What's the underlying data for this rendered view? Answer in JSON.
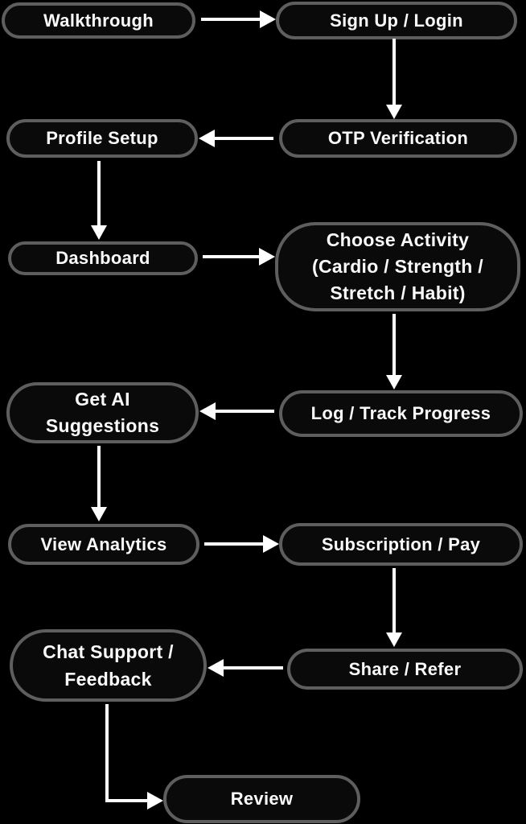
{
  "diagram": {
    "title": "App user flow diagram",
    "background_color": "#000000",
    "node_border_color": "#5e5e5e",
    "node_text_color": "#fafafa",
    "arrow_color": "#ffffff",
    "nodes": {
      "walkthrough": {
        "label": "Walkthrough"
      },
      "signup": {
        "label": "Sign Up / Login"
      },
      "profile_setup": {
        "label": "Profile Setup"
      },
      "otp": {
        "label": "OTP Verification"
      },
      "dashboard": {
        "label": "Dashboard"
      },
      "choose_activity": {
        "label": "Choose Activity (Cardio / Strength / Stretch / Habit)",
        "lines": [
          "Choose Activity",
          "(Cardio / Strength /",
          "Stretch / Habit)"
        ]
      },
      "get_ai": {
        "label": "Get AI Suggestions",
        "lines": [
          "Get AI",
          "Suggestions"
        ]
      },
      "log_track": {
        "label": "Log / Track Progress"
      },
      "view_analytics": {
        "label": "View Analytics"
      },
      "subscription": {
        "label": "Subscription / Pay"
      },
      "chat_support": {
        "label": "Chat Support / Feedback",
        "lines": [
          "Chat Support /",
          "Feedback"
        ]
      },
      "share_refer": {
        "label": "Share / Refer"
      },
      "review": {
        "label": "Review"
      }
    },
    "edges": [
      {
        "from": "Walkthrough",
        "to": "Sign Up / Login",
        "direction": "right"
      },
      {
        "from": "Sign Up / Login",
        "to": "OTP Verification",
        "direction": "down"
      },
      {
        "from": "OTP Verification",
        "to": "Profile Setup",
        "direction": "left"
      },
      {
        "from": "Profile Setup",
        "to": "Dashboard",
        "direction": "down"
      },
      {
        "from": "Dashboard",
        "to": "Choose Activity (Cardio / Strength / Stretch / Habit)",
        "direction": "right"
      },
      {
        "from": "Choose Activity (Cardio / Strength / Stretch / Habit)",
        "to": "Log / Track Progress",
        "direction": "down"
      },
      {
        "from": "Log / Track Progress",
        "to": "Get AI Suggestions",
        "direction": "left"
      },
      {
        "from": "Get AI Suggestions",
        "to": "View Analytics",
        "direction": "down"
      },
      {
        "from": "View Analytics",
        "to": "Subscription / Pay",
        "direction": "right"
      },
      {
        "from": "Subscription / Pay",
        "to": "Share / Refer",
        "direction": "down"
      },
      {
        "from": "Share / Refer",
        "to": "Chat Support / Feedback",
        "direction": "left"
      },
      {
        "from": "Chat Support / Feedback",
        "to": "Review",
        "direction": "down-right-elbow"
      }
    ]
  }
}
